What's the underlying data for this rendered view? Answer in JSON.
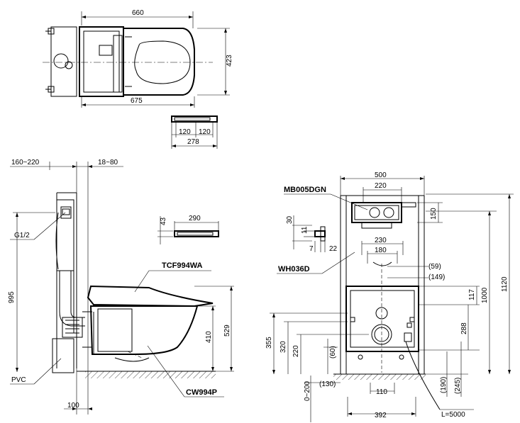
{
  "top_view": {
    "width_top": "660",
    "depth": "423",
    "width_bottom": "675",
    "remote_a": "120",
    "remote_b": "120",
    "remote_total": "278"
  },
  "side_view": {
    "wall_gap": "160~220",
    "frame_gap": "18~80",
    "thread": "G1/2",
    "height_total": "995",
    "bowl_height": "410",
    "seat_height": "529",
    "pipe": "PVC",
    "base_width": "100",
    "seat_model": "TCF994WA",
    "bowl_model": "CW994P",
    "remote_width": "290",
    "remote_height": "43"
  },
  "front_view": {
    "panel_model": "MB005DGN",
    "frame_model": "WH036D",
    "frame_width": "500",
    "panel_width": "220",
    "panel_height": "150",
    "height_1000": "1000",
    "height_1120": "1120",
    "bracket_30": "30",
    "bracket_11": "11",
    "bracket_7": "7",
    "bracket_22": "22",
    "w230": "230",
    "w180": "180",
    "d59": "(59)",
    "d149": "(149)",
    "h117": "117",
    "h288": "288",
    "h355": "355",
    "h320": "320",
    "h220": "220",
    "h60": "(60)",
    "h130": "(130)",
    "h0_200": "0~200",
    "w110": "110",
    "w392": "392",
    "h190": "(190)",
    "h245": "(245)",
    "cable": "L=5000"
  }
}
